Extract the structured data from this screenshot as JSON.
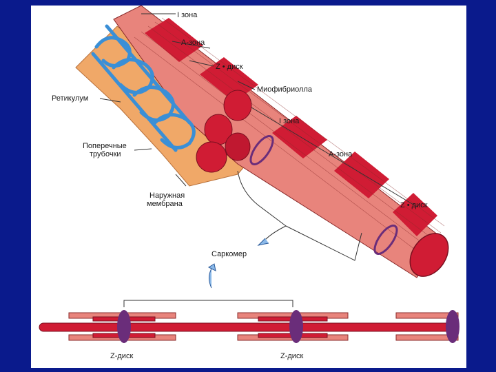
{
  "colors": {
    "frame": "#0a1a8c",
    "fiber_red": "#d01c34",
    "fiber_light": "#e8847c",
    "reticulum_blue": "#3a8fd6",
    "membrane_orange": "#f0a868",
    "disk_purple": "#6a2d7a"
  },
  "labels": {
    "i_zone_top": "I зона",
    "a_zone_top": "А-зона",
    "z_disk_top": "Z • диск",
    "myofibril": "Миофибриолла",
    "reticulum": "Ретикулум",
    "i_zone_mid": "I зона",
    "transverse_tubules_1": "Поперечные",
    "transverse_tubules_2": "трубочки",
    "a_zone_mid": "А-зона",
    "outer_membrane_1": "Наружная",
    "outer_membrane_2": "мембрана",
    "z_disk_mid": "Z • диск",
    "sarcomere": "Саркомер",
    "z_disk_bottom_left": "Z-диск",
    "z_disk_bottom_right": "Z-диск"
  }
}
